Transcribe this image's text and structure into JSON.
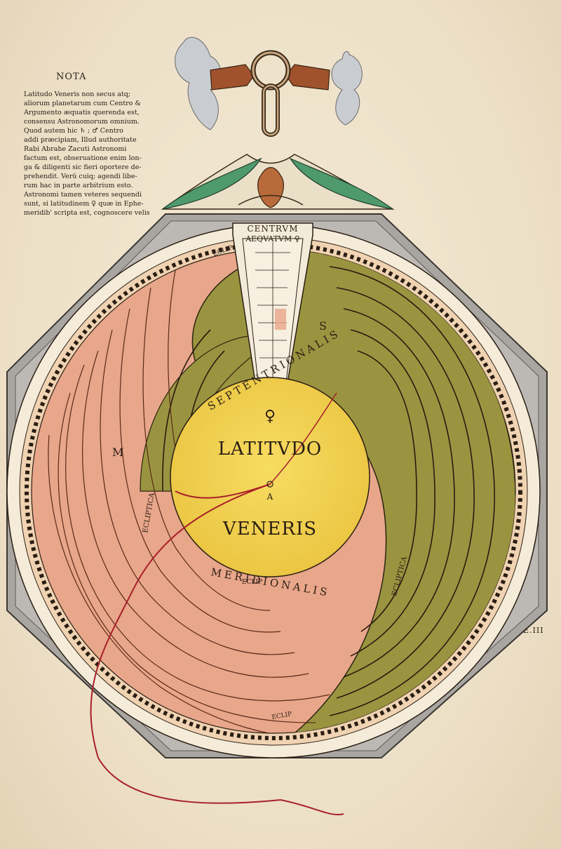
{
  "nota": {
    "title": "NOTA",
    "text": "Latitudo Veneris non secus atq;\naliorum planetarum cum Centro &\nArgumento æquatis querenda est,\nconsensu Astronomorum omnium.\nQuod autem hic ♄ ; ♂ Centro\naddi præcipiam, Illud authoritate\nRabi Abrahe Zacuti Astronomi\nfactum est, obseruatione enim lon-\nga & diligenti sic fieri oportere de-\nprehendit. Verū cuiq; agendi libe-\nrum hac in parte arbitrium esto.\nAstronomi tamen veteres sequendi\nsunt, si latitudinem ♀ quæ in Ephe-\nmeridib' scripta est, cognoscere velis"
  },
  "center_disc": {
    "title_line1": "LATITVDO",
    "title_line2": "VENERIS",
    "venus_symbol": "♀",
    "pivot_label": "A",
    "ring_text_upper": "SEPTENTRIONALIS",
    "ring_text_lower": "MERIDIONALIS"
  },
  "tab": {
    "line1": "CENTRVM",
    "line2": "AEQVATVM ♀"
  },
  "zone_labels": {
    "ecliptica_left": "ECLIPTICA",
    "ecliptica_right": "ECLIPTICA",
    "eclip_top": "ECLIP",
    "eclip_bottom": "ECLIP",
    "eclip_inner": "ECLIP",
    "septentrional_mark": "S",
    "meridional_mark": "M"
  },
  "signature": "E.III",
  "colors": {
    "paper": "#efe4cf",
    "pink_zone": "#e8a68a",
    "green_zone": "#9a9440",
    "yellow_disc": "#f2d24f",
    "octagon_gray": "#a9a6a2",
    "ring_cream": "#f4ebd8"
  }
}
